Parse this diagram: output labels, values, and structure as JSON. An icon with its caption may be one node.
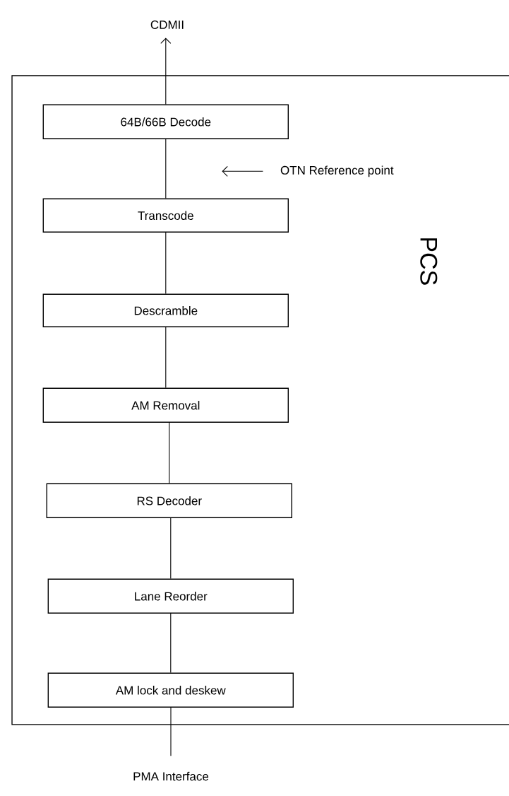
{
  "diagram": {
    "nodes": [
      {
        "text": [
          "CDMII"
        ]
      },
      {
        "text": [
          "PCS"
        ]
      },
      {
        "text": [
          "64B/66B Decode"
        ],
        "in": 1
      },
      {
        "text": [
          "OTN Reference point"
        ],
        "in": 1
      },
      {
        "text": [
          "Transcode"
        ],
        "in": 1
      },
      {
        "text": [
          "Descramble"
        ],
        "in": 1
      },
      {
        "text": [
          "AM Removal"
        ],
        "in": 1
      },
      {
        "text": [
          "RS Decoder"
        ],
        "in": 1
      },
      {
        "text": [
          "Lane Reorder"
        ],
        "in": 1
      },
      {
        "text": [
          "AM lock and deskew"
        ],
        "in": 1
      },
      {
        "text": [
          "PMA Interface"
        ]
      }
    ],
    "edges": [
      {
        "from": 2,
        "to": 0,
        "arrow": "to"
      },
      {
        "from": 3,
        "to": null,
        "arrow": "to"
      },
      {
        "from": 4,
        "to": 2,
        "arrow": "none"
      },
      {
        "from": 5,
        "to": 4,
        "arrow": "none"
      },
      {
        "from": 6,
        "to": 5,
        "arrow": "none"
      },
      {
        "from": 7,
        "to": 6,
        "arrow": "none"
      },
      {
        "from": 8,
        "to": 7,
        "arrow": "none"
      },
      {
        "from": 9,
        "to": 8,
        "arrow": "none"
      },
      {
        "from": 10,
        "to": 9,
        "arrow": "none"
      }
    ]
  }
}
